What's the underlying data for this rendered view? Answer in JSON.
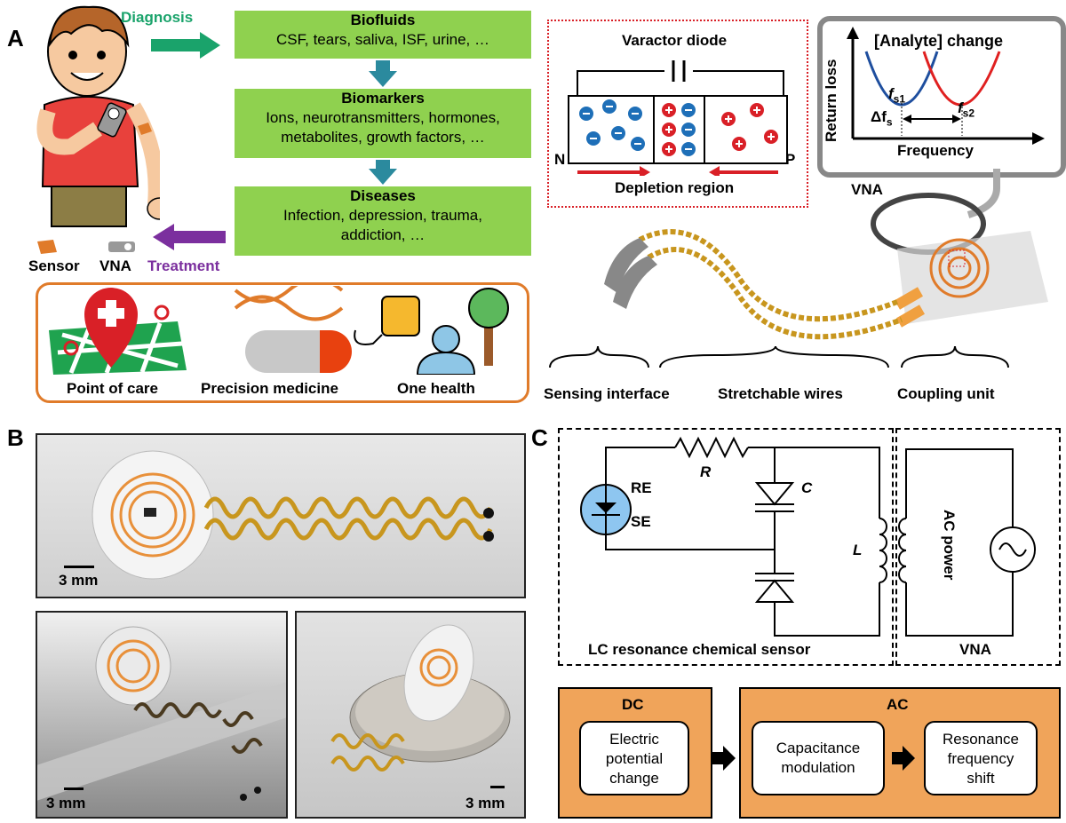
{
  "panels": {
    "a": "A",
    "b": "B",
    "c": "C"
  },
  "flow": {
    "diagnosis": "Diagnosis",
    "treatment": "Treatment",
    "sensor": "Sensor",
    "vna": "VNA",
    "biofluids": {
      "title": "Biofluids",
      "body": "CSF, tears, saliva, ISF, urine, …"
    },
    "biomarkers": {
      "title": "Biomarkers",
      "line1": "Ions, neurotransmitters, hormones,",
      "line2": "metabolites, growth factors, …"
    },
    "diseases": {
      "title": "Diseases",
      "line1": "Infection, depression, trauma,",
      "line2": "addiction, …"
    },
    "apps": [
      "Point of care",
      "Precision medicine",
      "One health"
    ]
  },
  "varactor": {
    "title": "Varactor diode",
    "n": "N",
    "p": "P",
    "region": "Depletion region"
  },
  "vna_plot": {
    "title": "[Analyte] change",
    "ylabel": "Return loss",
    "xlabel": "Frequency",
    "fs1": "f",
    "fs1_sub": "s1",
    "fs2": "f",
    "fs2_sub": "s2",
    "dfs": "Δf",
    "dfs_sub": "s",
    "label": "VNA"
  },
  "device": {
    "sensing": "Sensing interface",
    "wires": "Stretchable wires",
    "coupling": "Coupling unit"
  },
  "photos": {
    "scale": "3 mm"
  },
  "circuit": {
    "re": "RE",
    "se": "SE",
    "r": "R",
    "c": "C",
    "l": "L",
    "ac": "AC power",
    "sensor_label": "LC resonance chemical sensor",
    "vna_label": "VNA"
  },
  "flowchart": {
    "dc": "DC",
    "ac": "AC",
    "box1": [
      "Electric",
      "potential",
      "change"
    ],
    "box2": [
      "Capacitance",
      "modulation"
    ],
    "box3": [
      "Resonance",
      "frequency",
      "shift"
    ]
  },
  "colors": {
    "green": "#8fd14f",
    "orange": "#e07b2a",
    "teal": "#2b8a9e",
    "red": "#e02020",
    "blue": "#1e6fb8"
  }
}
